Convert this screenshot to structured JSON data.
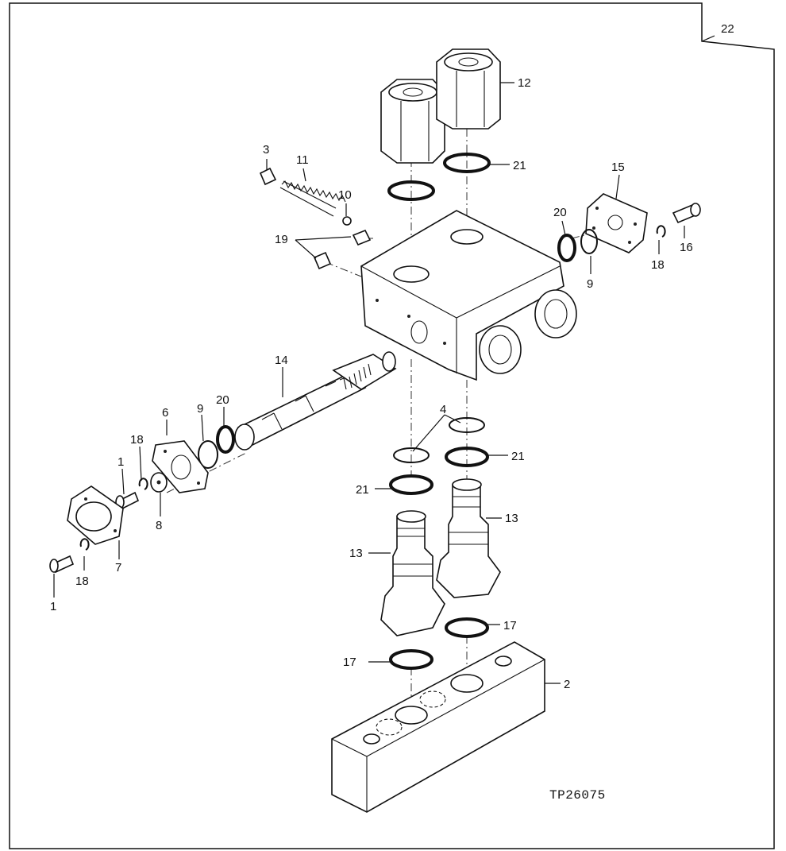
{
  "figure": {
    "page_number": "22",
    "figure_id": "TP26075"
  },
  "callouts": [
    {
      "id": "c1a",
      "text": "1"
    },
    {
      "id": "c1b",
      "text": "1"
    },
    {
      "id": "c2",
      "text": "2"
    },
    {
      "id": "c3",
      "text": "3"
    },
    {
      "id": "c4",
      "text": "4"
    },
    {
      "id": "c6",
      "text": "6"
    },
    {
      "id": "c7",
      "text": "7"
    },
    {
      "id": "c8",
      "text": "8"
    },
    {
      "id": "c9a",
      "text": "9"
    },
    {
      "id": "c9b",
      "text": "9"
    },
    {
      "id": "c10",
      "text": "10"
    },
    {
      "id": "c11",
      "text": "11"
    },
    {
      "id": "c12",
      "text": "12"
    },
    {
      "id": "c13a",
      "text": "13"
    },
    {
      "id": "c13b",
      "text": "13"
    },
    {
      "id": "c14",
      "text": "14"
    },
    {
      "id": "c15",
      "text": "15"
    },
    {
      "id": "c16",
      "text": "16"
    },
    {
      "id": "c17a",
      "text": "17"
    },
    {
      "id": "c17b",
      "text": "17"
    },
    {
      "id": "c18a",
      "text": "18"
    },
    {
      "id": "c18b",
      "text": "18"
    },
    {
      "id": "c18c",
      "text": "18"
    },
    {
      "id": "c19",
      "text": "19"
    },
    {
      "id": "c20a",
      "text": "20"
    },
    {
      "id": "c20b",
      "text": "20"
    },
    {
      "id": "c21a",
      "text": "21"
    },
    {
      "id": "c21b",
      "text": "21"
    },
    {
      "id": "c21c",
      "text": "21"
    }
  ]
}
